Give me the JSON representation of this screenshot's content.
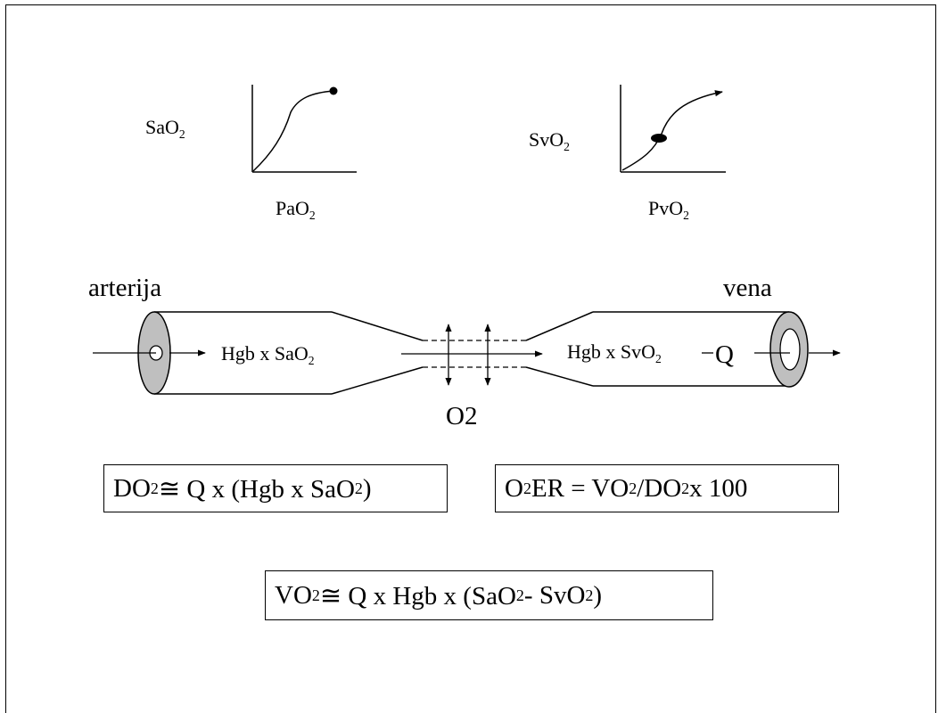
{
  "graphs": {
    "left": {
      "y_label": "SaO",
      "y_label_sub": "2",
      "x_label": "PaO",
      "x_label_sub": "2"
    },
    "right": {
      "y_label": "SvO",
      "y_label_sub": "2",
      "x_label": "PvO",
      "x_label_sub": "2"
    }
  },
  "vessel": {
    "artery_label": "arterija",
    "vein_label": "vena",
    "artery_content": "Hgb x SaO",
    "artery_content_sub": "2",
    "vein_content": "Hgb x SvO",
    "vein_content_sub": "2",
    "flow_label": "Q",
    "exchange_label": "O2"
  },
  "formulas": {
    "do2": {
      "p1": "DO",
      "s1": "2",
      "p2": " ≅ Q x (Hgb x SaO",
      "s2": "2",
      "p3": ")"
    },
    "o2er": {
      "p1": "O",
      "s1": "2",
      "p2": "ER = VO",
      "s2": "2",
      "p3": "/DO",
      "s3": "2",
      "p4": " x 100"
    },
    "vo2": {
      "p1": "VO",
      "s1": "2",
      "p2": " ≅ Q x Hgb x (SaO",
      "s2": "2",
      "p3": " - SvO",
      "s3": "2",
      "p4": ")"
    }
  }
}
